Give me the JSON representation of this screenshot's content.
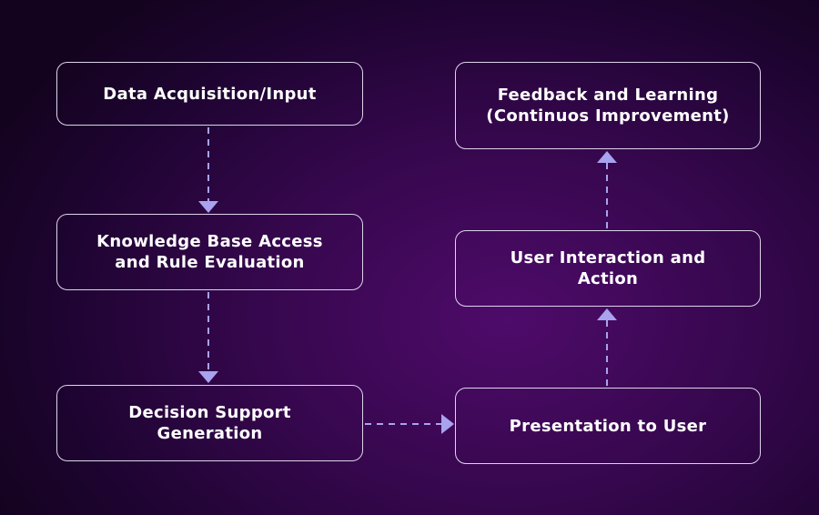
{
  "diagram": {
    "steps": [
      {
        "id": "data-acquisition",
        "label": "Data Acquisition/Input"
      },
      {
        "id": "knowledge-base",
        "label": "Knowledge Base Access\nand Rule Evaluation"
      },
      {
        "id": "decision-support",
        "label": "Decision Support\nGeneration"
      },
      {
        "id": "presentation",
        "label": "Presentation to User"
      },
      {
        "id": "user-interaction",
        "label": "User Interaction and\nAction"
      },
      {
        "id": "feedback",
        "label": "Feedback and Learning\n(Continuos Improvement)"
      }
    ],
    "connector_color": "#a9a2ee",
    "box_border_color": "#ddd4ea"
  }
}
